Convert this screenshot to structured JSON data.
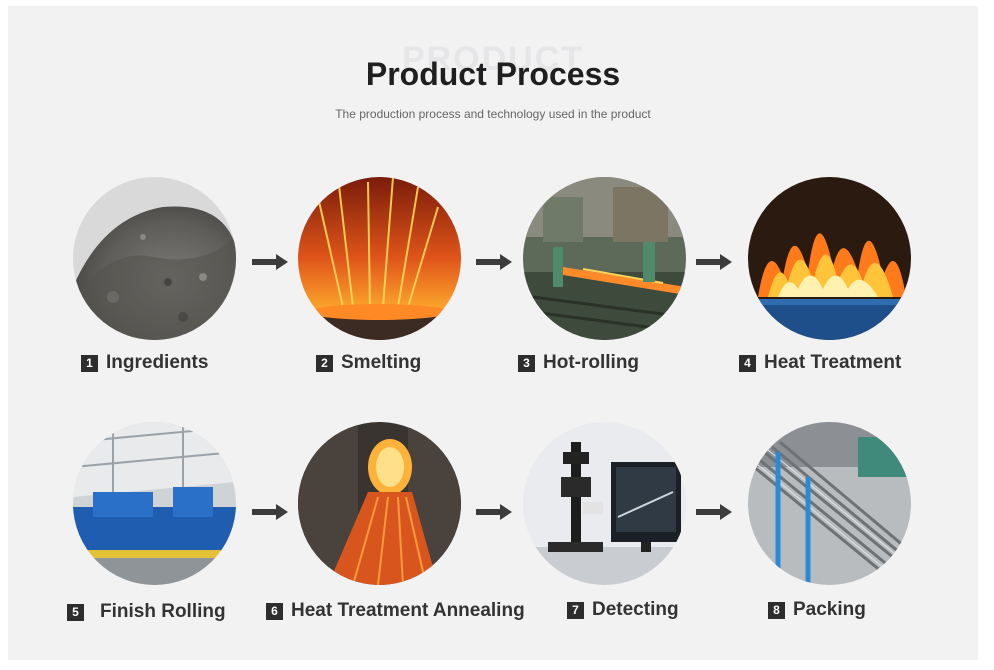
{
  "header": {
    "watermark": "PRODUCT",
    "title": "Product Process",
    "subtitle": "The production process and technology used in the product"
  },
  "steps": [
    {
      "number": "1",
      "label": "Ingredients"
    },
    {
      "number": "2",
      "label": "Smelting"
    },
    {
      "number": "3",
      "label": "Hot-rolling"
    },
    {
      "number": "4",
      "label": "Heat Treatment"
    },
    {
      "number": "5",
      "label": "Finish Rolling"
    },
    {
      "number": "6",
      "label": "Heat Treatment Annealing"
    },
    {
      "number": "7",
      "label": "Detecting"
    },
    {
      "number": "8",
      "label": "Packing"
    }
  ],
  "colors": {
    "panel_background": "#f2f2f3",
    "title": "#1f1f1f",
    "arrow": "#3c3c3c",
    "number_badge": "#2d2d2d"
  },
  "icons": [
    "arrow-right-icon"
  ]
}
